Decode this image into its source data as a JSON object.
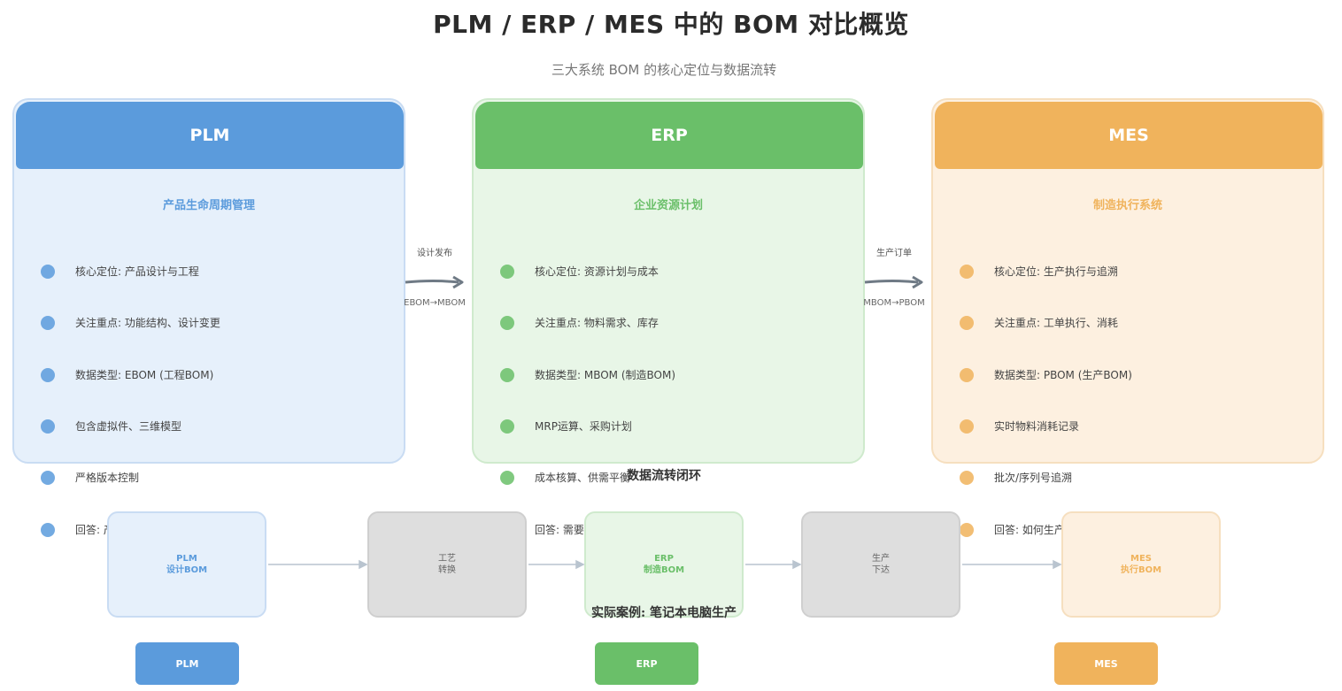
{
  "title": "PLM / ERP / MES 中的 BOM 对比概览",
  "subtitle": "三大系统 BOM 的核心定位与数据流转",
  "colors": {
    "plm": "#5b9bdc",
    "plm_bg": "#e6f0fb",
    "plm_border": "#c9dcf3",
    "erp": "#6abf69",
    "erp_bg": "#e8f6e7",
    "erp_border": "#cfeacd",
    "mes": "#f0b35c",
    "mes_bg": "#fdf0e0",
    "mes_border": "#f6dfbf",
    "gray_bg": "#dedede",
    "gray_border": "#cfcfcf",
    "arrow": "#6f7a85"
  },
  "cards": [
    {
      "key": "plm",
      "header": "PLM",
      "subtitle": "产品生命周期管理",
      "items": [
        "核心定位: 产品设计与工程",
        "关注重点: 功能结构、设计变更",
        "数据类型: EBOM (工程BOM)",
        "包含虚拟件、三维模型",
        "严格版本控制",
        "回答: 产品是什么 (What)"
      ]
    },
    {
      "key": "erp",
      "header": "ERP",
      "subtitle": "企业资源计划",
      "items": [
        "核心定位: 资源计划与成本",
        "关注重点: 物料需求、库存",
        "数据类型: MBOM (制造BOM)",
        "MRP运算、采购计划",
        "成本核算、供需平衡",
        "回答: 需要什么资源 (What & How much)"
      ]
    },
    {
      "key": "mes",
      "header": "MES",
      "subtitle": "制造执行系统",
      "items": [
        "核心定位: 生产执行与追溯",
        "关注重点: 工单执行、消耗",
        "数据类型: PBOM (生产BOM)",
        "实时物料消耗记录",
        "批次/序列号追溯",
        "回答: 如何生产 (How & When)"
      ]
    }
  ],
  "arrows": [
    {
      "label": "设计发布",
      "sub": "EBOM→MBOM"
    },
    {
      "label": "生产订单",
      "sub": "MBOM→PBOM"
    }
  ],
  "flow": {
    "title": "数据流转闭环",
    "boxes": [
      {
        "key": "plm",
        "line1": "PLM",
        "line2": "设计BOM"
      },
      {
        "key": "gray",
        "line1": "工艺",
        "line2": "转换"
      },
      {
        "key": "erp",
        "line1": "ERP",
        "line2": "制造BOM"
      },
      {
        "key": "gray",
        "line1": "生产",
        "line2": "下达"
      },
      {
        "key": "mes",
        "line1": "MES",
        "line2": "执行BOM"
      }
    ]
  },
  "case": {
    "title": "实际案例: 笔记本电脑生产",
    "pills": [
      "PLM",
      "ERP",
      "MES"
    ]
  }
}
